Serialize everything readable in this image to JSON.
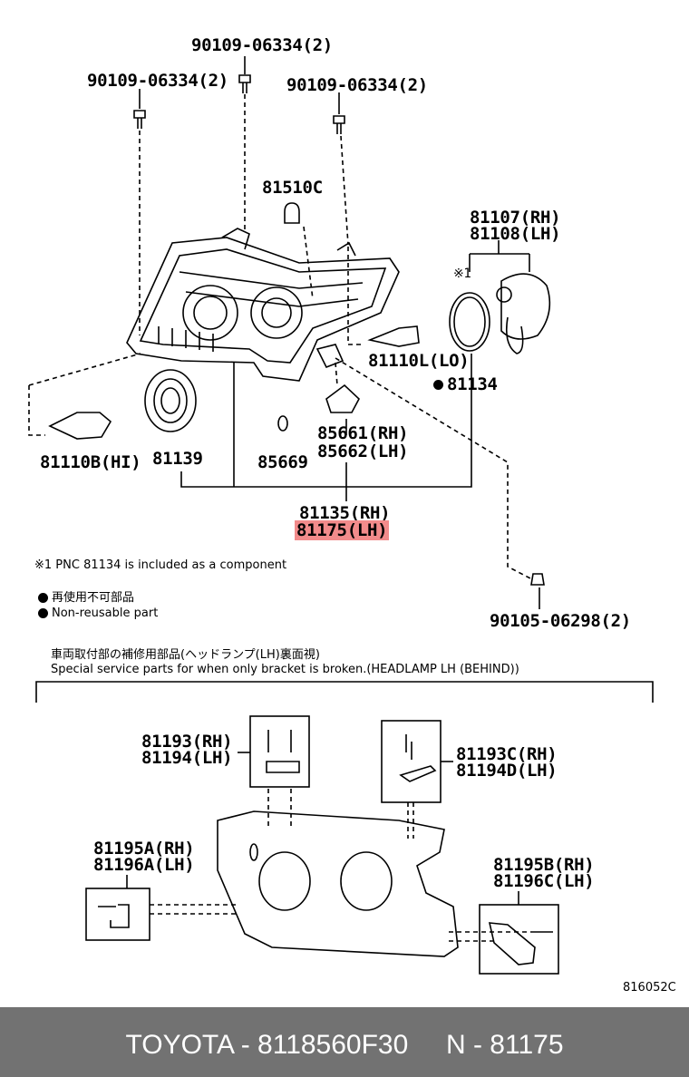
{
  "parts": {
    "bolt_top": "90109-06334(2)",
    "bolt_left": "90109-06334(2)",
    "bolt_right": "90109-06334(2)",
    "bulb_81510c": "81510C",
    "unit_rh": "81107(RH)",
    "unit_lh": "81108(LH)",
    "ref_mark": "※1",
    "bulb_lo": "81110L(LO)",
    "seal_81134": "81134",
    "bulb_hi": "81110B(HI)",
    "ring_81139": "81139",
    "part_85669": "85669",
    "part_85661": "85661(RH)",
    "part_85662": "85662(LH)",
    "assy_rh": "81135(RH)",
    "assy_lh": "81175(LH)",
    "screw_90105": "90105-06298(2)"
  },
  "notes": {
    "note1": "※1  PNC 81134 is included as a component",
    "legend_jp": "再使用不可部品",
    "legend_en": "Non-reusable part",
    "section_jp": "車両取付部の補修用部品(ヘッドランプ(LH)裏面視)",
    "section_en": "Special service parts for when only bracket is broken.(HEADLAMP LH (BEHIND))"
  },
  "bracket_parts": {
    "b1_rh": "81193(RH)",
    "b1_lh": "81194(LH)",
    "b2_rh": "81193C(RH)",
    "b2_lh": "81194D(LH)",
    "b3_rh": "81195A(RH)",
    "b3_lh": "81196A(LH)",
    "b4_rh": "81195B(RH)",
    "b4_lh": "81196C(LH)"
  },
  "figure_code": "816052C",
  "footer": "TOYOTA - 8118560F30     N - 81175",
  "icons": [
    "bolt-icon",
    "headlamp-assembly",
    "bulb-icon",
    "seal-ring-icon",
    "bracket-icon"
  ]
}
